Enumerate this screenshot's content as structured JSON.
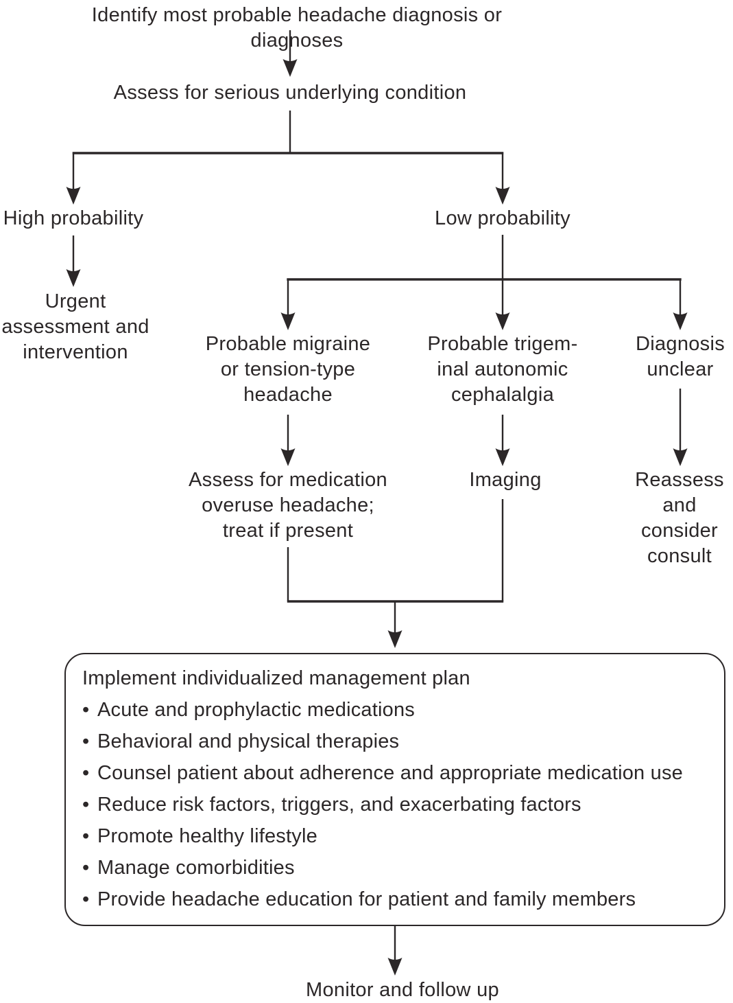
{
  "flowchart": {
    "nodes": {
      "identify": {
        "label": "Identify most probable headache diagnosis or diagnoses"
      },
      "assess_serious": {
        "label": "Assess for serious underlying condition"
      },
      "high_probability": {
        "label": "High probability"
      },
      "low_probability": {
        "label": "Low probability"
      },
      "urgent_assessment": {
        "label": "Urgent\nassessment and\nintervention"
      },
      "probable_migraine": {
        "label": "Probable migraine\nor tension-type\nheadache"
      },
      "probable_tac": {
        "label": "Probable trigem-\ninal autonomic\ncephalalgia"
      },
      "diagnosis_unclear": {
        "label": "Diagnosis\nunclear"
      },
      "assess_overuse": {
        "label": "Assess for medication\noveruse headache;\ntreat if present"
      },
      "imaging": {
        "label": "Imaging"
      },
      "reassess_consult": {
        "label": "Reassess\nand consider\nconsult"
      },
      "monitor": {
        "label": "Monitor and follow up"
      }
    },
    "management_box": {
      "title": "Implement individualized management plan",
      "bullet_glyph": "•",
      "bullets": [
        "Acute and prophylactic medications",
        "Behavioral and physical therapies",
        "Counsel patient about adherence and appropriate medication use",
        "Reduce risk factors, triggers, and exacerbating factors",
        "Promote healthy lifestyle",
        "Manage comorbidities",
        "Provide headache education for patient and family members"
      ]
    },
    "colors": {
      "text": "#2b2728",
      "line": "#2b2728",
      "background": "#ffffff"
    }
  }
}
